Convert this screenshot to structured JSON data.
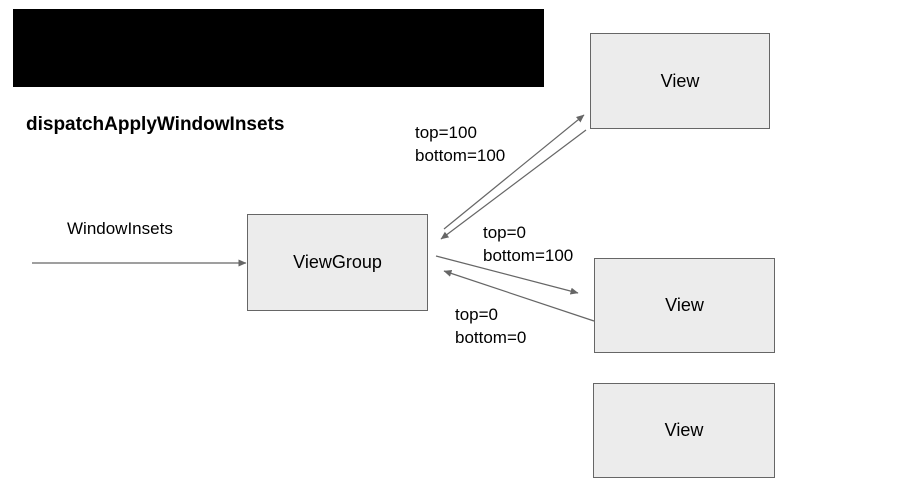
{
  "title": "dispatchApplyWindowInsets",
  "labels": {
    "window_insets": "WindowInsets",
    "viewgroup": "ViewGroup",
    "view_top": "View",
    "view_middle": "View",
    "view_bottom": "View"
  },
  "edge_labels": {
    "to_view_top": {
      "line1": "top=100",
      "line2": "bottom=100"
    },
    "to_view_middle": {
      "line1": "top=0",
      "line2": "bottom=100"
    },
    "returned": {
      "line1": "top=0",
      "line2": "bottom=0"
    }
  },
  "colors": {
    "background": "#ffffff",
    "node_fill": "#ececec",
    "node_border": "#666666",
    "arrow": "#666666",
    "text": "#000000",
    "redacted_block": "#000000"
  }
}
